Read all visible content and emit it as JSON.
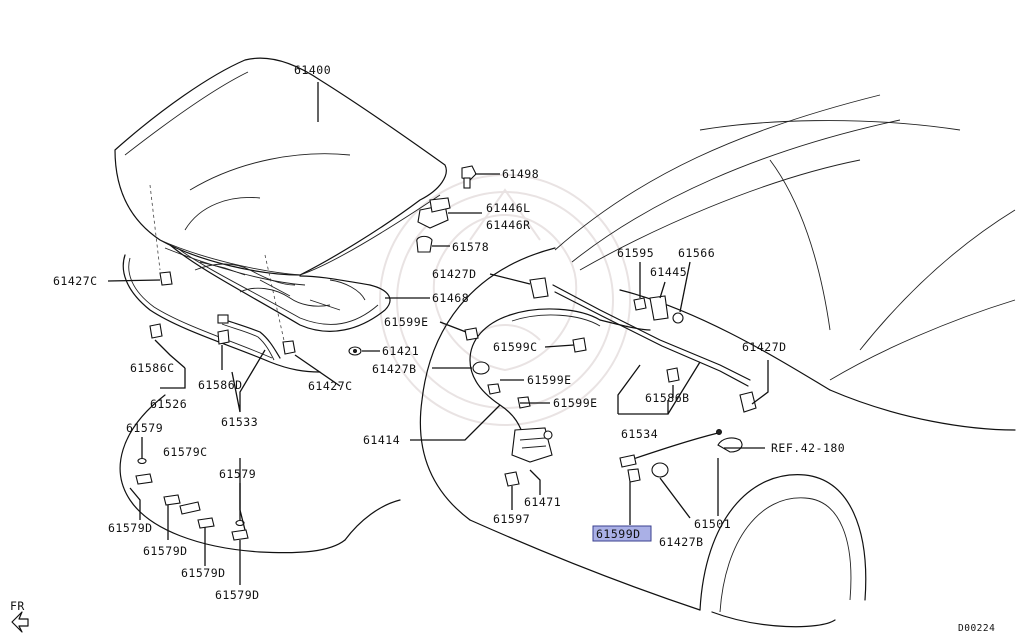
{
  "diagram_code": "D00224",
  "direction_marker": "FR",
  "accent_color": "#aab0e6",
  "highlighted_part": "61599D",
  "callouts": {
    "p61400": "61400",
    "p61498": "61498",
    "p61446L": "61446L",
    "p61446R": "61446R",
    "p61578": "61578",
    "p61427C_left": "61427C",
    "p61468": "61468",
    "p61427D_top": "61427D",
    "p61595": "61595",
    "p61566": "61566",
    "p61445": "61445",
    "p61599E_top": "61599E",
    "p61421": "61421",
    "p61599C": "61599C",
    "p61427D_right": "61427D",
    "p61586C": "61586C",
    "p61586D": "61586D",
    "p61427B_left": "61427B",
    "p61599E_mid1": "61599E",
    "p61599E_mid2": "61599E",
    "p61427C_right": "61427C",
    "p61526": "61526",
    "p61533": "61533",
    "p61586B": "61586B",
    "p61579_a": "61579",
    "p61414": "61414",
    "p61534": "61534",
    "p61579C": "61579C",
    "ref": "REF.42-180",
    "p61579_b": "61579",
    "p61471": "61471",
    "p61579D_a": "61579D",
    "p61597": "61597",
    "p61599D": "61599D",
    "p61501": "61501",
    "p61579D_b": "61579D",
    "p61427B_bottom": "61427B",
    "p61579D_c": "61579D",
    "p61579D_d": "61579D"
  }
}
